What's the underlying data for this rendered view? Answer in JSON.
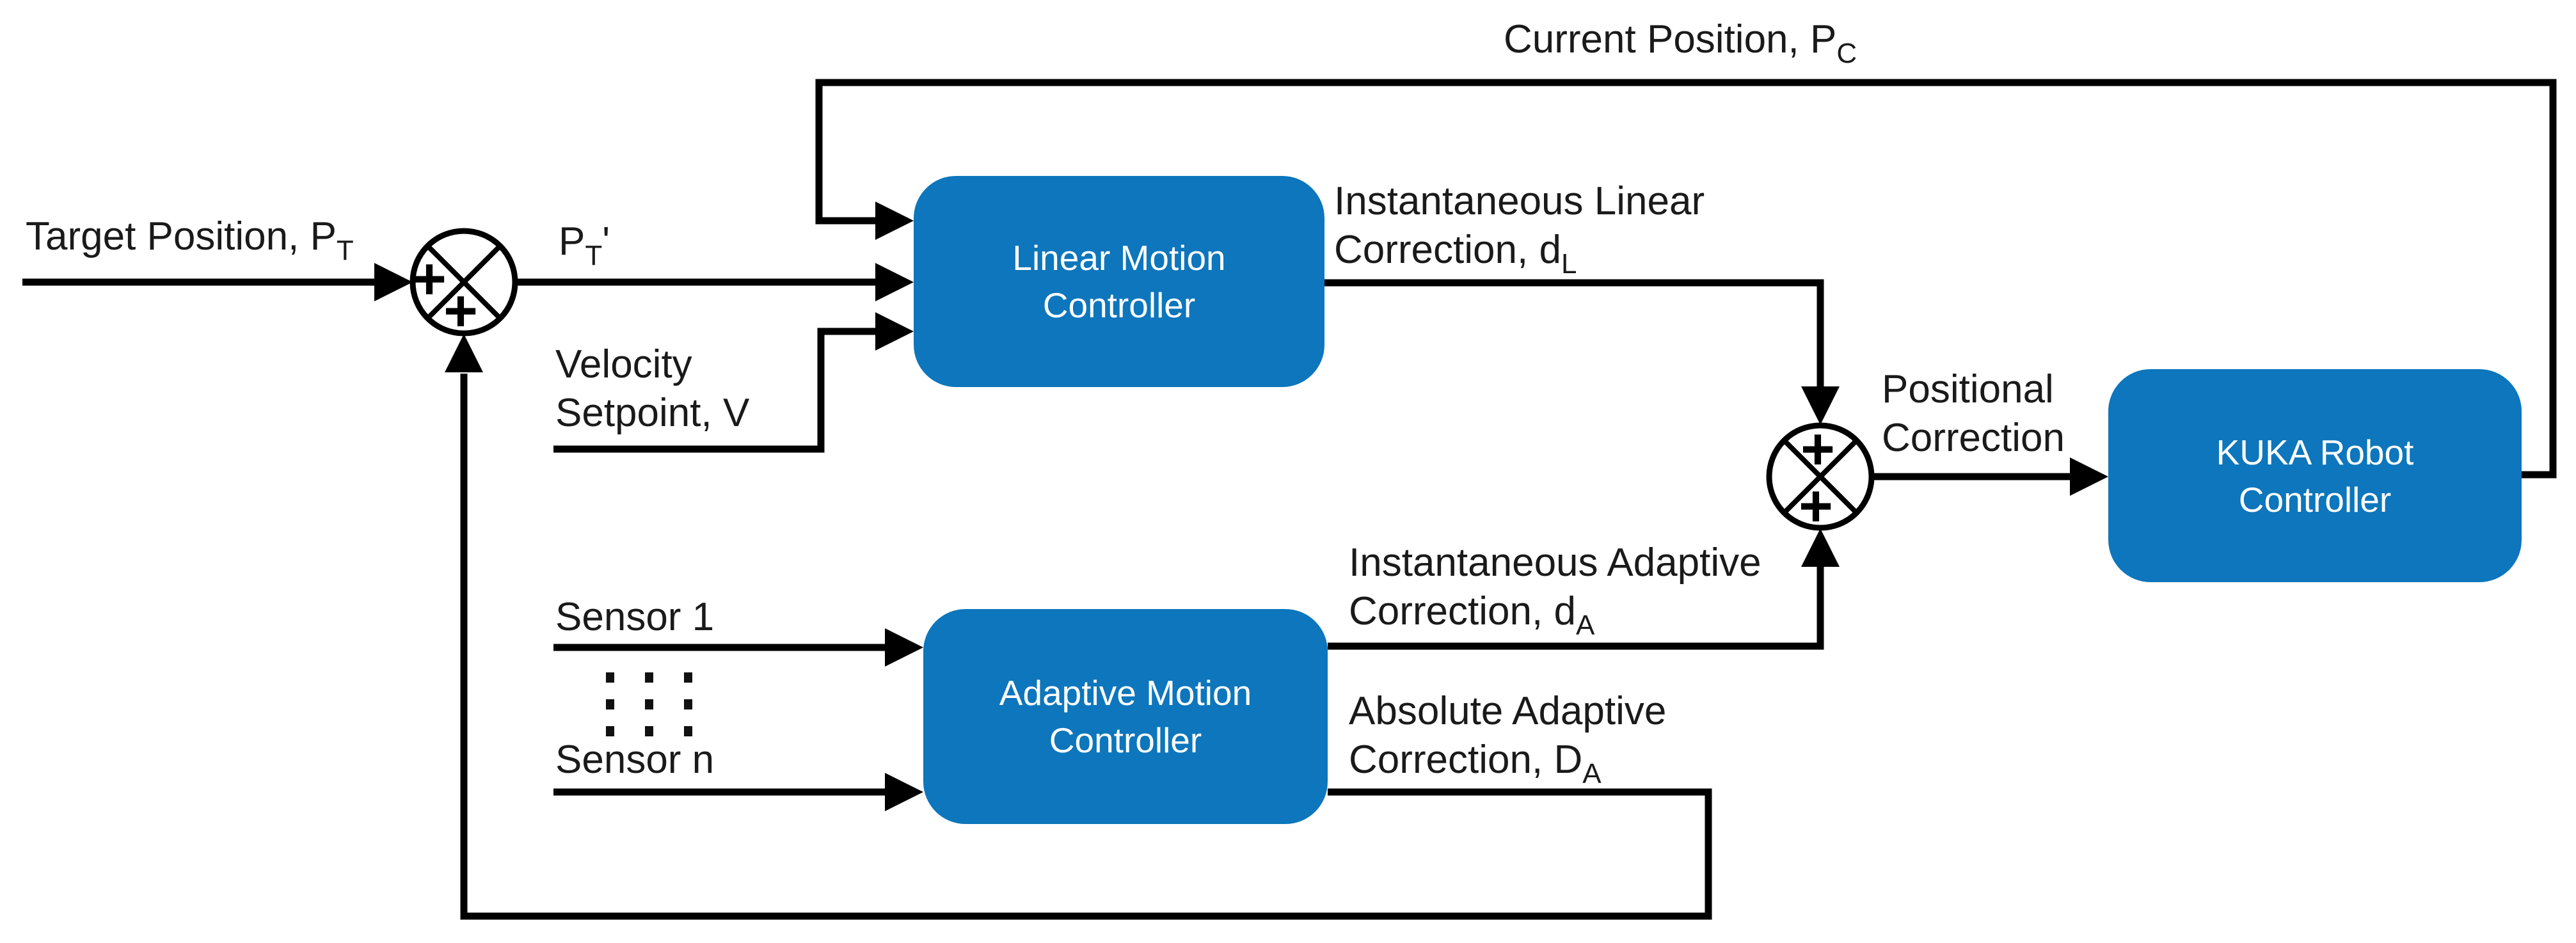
{
  "colors": {
    "block_fill": "#0D76BC",
    "block_text": "#FFFFFF",
    "wire": "#000000",
    "label_text": "#1A1A1A"
  },
  "labels": {
    "target_position": {
      "text": "Target Position, P",
      "sub": "T"
    },
    "current_position": {
      "text": "Current Position, P",
      "sub": "C"
    },
    "pt_prime": {
      "text": "P",
      "sub": "T",
      "prime": "'"
    },
    "velocity": {
      "line1": "Velocity",
      "line2": "Setpoint, V"
    },
    "sensor_1": "Sensor 1",
    "sensor_n": "Sensor n",
    "inst_linear": {
      "line1": "Instantaneous Linear",
      "line2": "Correction, d",
      "sub": "L"
    },
    "inst_adaptive": {
      "line1": "Instantaneous Adaptive",
      "line2": "Correction, d",
      "sub": "A"
    },
    "abs_adaptive": {
      "line1": "Absolute Adaptive",
      "line2": "Correction, D",
      "sub": "A"
    },
    "positional": {
      "line1": "Positional",
      "line2": "Correction"
    }
  },
  "blocks": {
    "linear": {
      "line1": "Linear Motion",
      "line2": "Controller"
    },
    "adaptive": {
      "line1": "Adaptive Motion",
      "line2": "Controller"
    },
    "kuka": {
      "line1": "KUKA Robot",
      "line2": "Controller"
    }
  },
  "junctions": {
    "j1": {
      "sign_left": "+",
      "sign_bottom": "+"
    },
    "j2": {
      "sign_top": "+",
      "sign_bottom": "+"
    }
  }
}
